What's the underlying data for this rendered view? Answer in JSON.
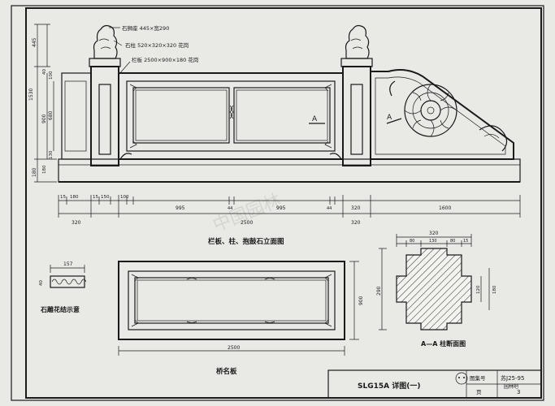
{
  "drawing": {
    "callouts": {
      "lion": "石狮座 445×宽290",
      "post": "石柱 520×320×320 花岗",
      "panel": "栏板 2500×900×180 花岗"
    },
    "section_marks": {
      "left": "A",
      "right": "A"
    },
    "vertical_dims": [
      "445",
      "1530",
      "900",
      "680",
      "180",
      "100",
      "130",
      "180",
      "40"
    ],
    "elevation_dims_row1": [
      "15",
      "180",
      "15",
      "150",
      "100",
      "995",
      "44",
      "995",
      "44",
      "320",
      "1600"
    ],
    "elevation_dims_row2": [
      "320",
      "2500",
      "320"
    ],
    "caption_elevation": "栏板、柱、抱鼓石立面图",
    "ornament_dim": "157",
    "ornament_side_dim": "40",
    "caption_ornament": "石雕花结示意",
    "plaque_height": "900",
    "plaque_width": "2500",
    "caption_plaque": "桥名板",
    "section_dims_top": [
      "320",
      "80",
      "130",
      "80",
      "15"
    ],
    "section_dims_side": [
      "290",
      "120",
      "180"
    ],
    "caption_section": "A—A 柱断面图",
    "watermark": "中国园林"
  },
  "title_block": {
    "title": "SLG15A 详图(一)",
    "atlas_label": "图集号",
    "atlas_no": "苏J25-95",
    "page_label": "页",
    "page_no": "3",
    "wechat_watermark": "园林吧"
  }
}
